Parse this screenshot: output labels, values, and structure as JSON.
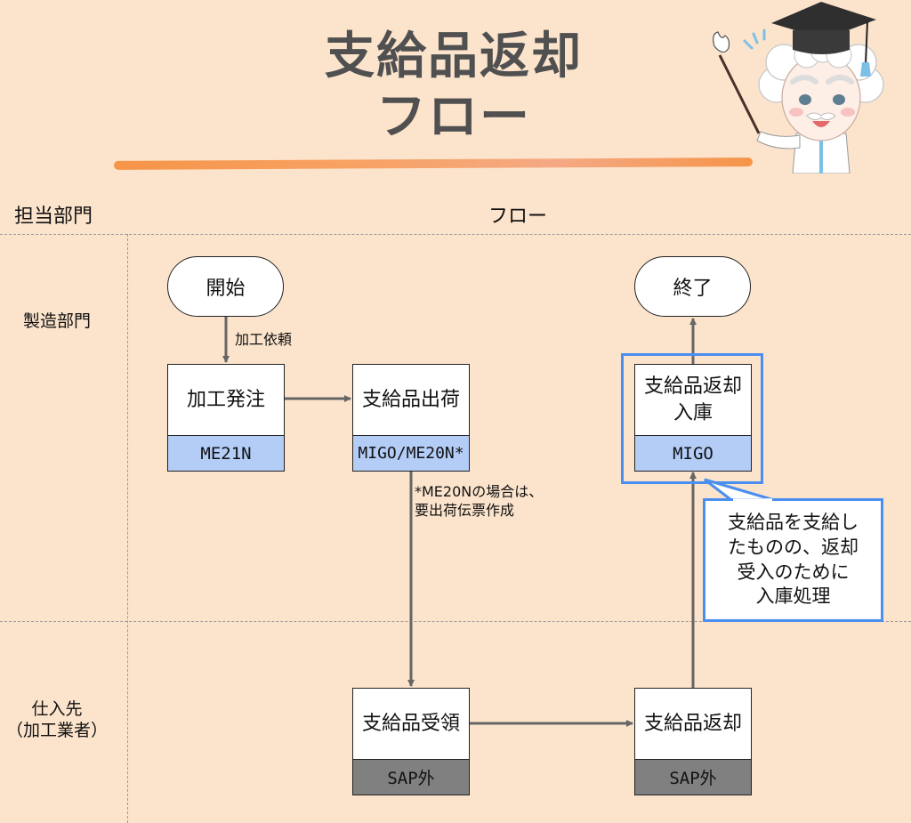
{
  "title": {
    "line1": "支給品返却",
    "line2": "フロー"
  },
  "header": {
    "department_col": "担当部門",
    "flow_col": "フロー"
  },
  "lanes": [
    {
      "label": "製造部門"
    },
    {
      "label_line1": "仕入先",
      "label_line2": "（加工業者）"
    }
  ],
  "nodes": {
    "start": {
      "label": "開始"
    },
    "end": {
      "label": "終了"
    },
    "processing_order": {
      "label": "加工発注",
      "tcode": "ME21N",
      "system": "sap"
    },
    "material_shipment": {
      "label": "支給品出荷",
      "tcode": "MIGO/ME20N*",
      "system": "sap"
    },
    "return_receipt": {
      "label_line1": "支給品返却",
      "label_line2": "入庫",
      "tcode": "MIGO",
      "system": "sap"
    },
    "material_receipt": {
      "label": "支給品受領",
      "tcode": "SAP外",
      "system": "external"
    },
    "material_return": {
      "label": "支給品返却",
      "tcode": "SAP外",
      "system": "external"
    }
  },
  "edge_labels": {
    "start_to_order": "加工依頼",
    "shipment_note_line1": "*ME20Nの場合は、",
    "shipment_note_line2": "要出荷伝票作成"
  },
  "callout": {
    "line1": "支給品を支給し",
    "line2": "たものの、返却",
    "line3": "受入のために",
    "line4": "入庫処理"
  },
  "colors": {
    "background": "#fce4cc",
    "sap_tcode_fill": "#b3cdf7",
    "external_fill": "#808080",
    "highlight": "#4a8ef0",
    "arrow": "#666666",
    "title": "#505050",
    "underline": "#f58b3a"
  },
  "illustration": "professor-character-pointing"
}
